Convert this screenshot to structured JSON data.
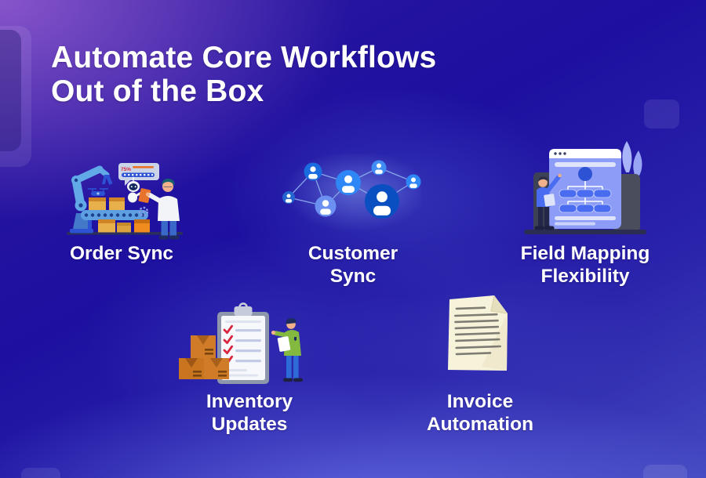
{
  "page": {
    "title_line1": "Automate Core Workflows",
    "title_line2": "Out of the Box"
  },
  "features": [
    {
      "id": "order-sync",
      "label_lines": [
        "Order Sync"
      ]
    },
    {
      "id": "customer-sync",
      "label_lines": [
        "Customer",
        "Sync"
      ]
    },
    {
      "id": "field-mapping",
      "label_lines": [
        "Field Mapping",
        "Flexibility"
      ]
    },
    {
      "id": "inventory-updates",
      "label_lines": [
        "Inventory",
        "Updates"
      ]
    },
    {
      "id": "invoice-automation",
      "label_lines": [
        "Invoice",
        "Automation"
      ]
    }
  ],
  "order_sync": {
    "progress_label": "75%"
  },
  "colors": {
    "background_top_left_purple": "#55309f",
    "background_deep_indigo": "#1d10a0",
    "background_bottom_blue": "#5054c0",
    "label_text": "#ffffff",
    "accent_orange_tablet": "#e8742c",
    "box_orange": "#d07b28",
    "node_bright_blue": "#2f86f7",
    "node_dark_blue": "#0a4fc2",
    "robot_arm_blue": "#62a9e8",
    "green_shirt": "#82b93e",
    "red_checkmark": "#d9263e",
    "invoice_paper_cream": "#f7f2da",
    "browser_periwinkle": "#8d9cf6"
  }
}
